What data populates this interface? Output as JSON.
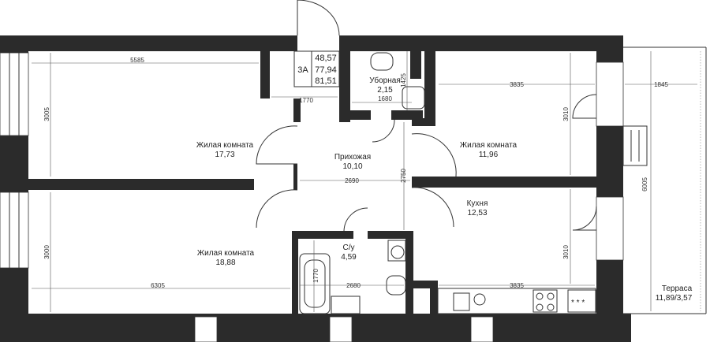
{
  "apartment": {
    "type": "3A",
    "areas": [
      "48,57",
      "77,94",
      "81,51"
    ]
  },
  "rooms": [
    {
      "id": "living-1",
      "name": "Жилая комната",
      "area": "17,73"
    },
    {
      "id": "living-2",
      "name": "Жилая комната",
      "area": "11,96"
    },
    {
      "id": "living-3",
      "name": "Жилая комната",
      "area": "18,88"
    },
    {
      "id": "hallway",
      "name": "Прихожая",
      "area": "10,10"
    },
    {
      "id": "toilet",
      "name": "Уборная",
      "area": "2,15"
    },
    {
      "id": "bathroom",
      "name": "С/у",
      "area": "4,59"
    },
    {
      "id": "kitchen",
      "name": "Кухня",
      "area": "12,53"
    },
    {
      "id": "terrace",
      "name": "Терраса",
      "area": "11,89/3,57"
    }
  ],
  "dimensions": [
    {
      "id": "d5585",
      "value": "5585"
    },
    {
      "id": "d3005",
      "value": "3005"
    },
    {
      "id": "d1770a",
      "value": "1770"
    },
    {
      "id": "d1680",
      "value": "1680"
    },
    {
      "id": "d1425",
      "value": "1425"
    },
    {
      "id": "d3835a",
      "value": "3835"
    },
    {
      "id": "d3010a",
      "value": "3010"
    },
    {
      "id": "d1845",
      "value": "1845"
    },
    {
      "id": "d6005",
      "value": "6005"
    },
    {
      "id": "d2690",
      "value": "2690"
    },
    {
      "id": "d2750",
      "value": "2750"
    },
    {
      "id": "d3000",
      "value": "3000"
    },
    {
      "id": "d6305",
      "value": "6305"
    },
    {
      "id": "d1770b",
      "value": "1770"
    },
    {
      "id": "d2680",
      "value": "2680"
    },
    {
      "id": "d3835b",
      "value": "3835"
    },
    {
      "id": "d3010b",
      "value": "3010"
    }
  ],
  "colors": {
    "wall": "#2b2b2b",
    "line": "#333333",
    "background": "#ffffff"
  }
}
